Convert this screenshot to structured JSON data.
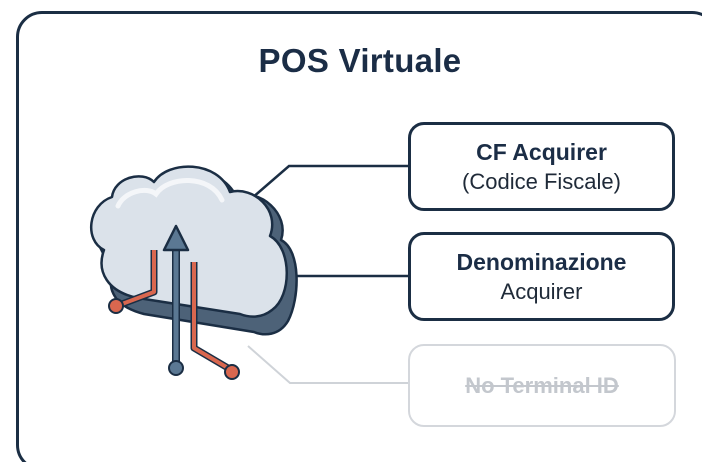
{
  "title": "POS Virtuale",
  "boxes": {
    "cf_acquirer": {
      "title": "CF Acquirer",
      "subtitle": "(Codice Fiscale)"
    },
    "denominazione": {
      "title": "Denominazione",
      "subtitle": "Acquirer"
    },
    "terminal_id": {
      "label": "No Terminal ID",
      "state": "disabled"
    }
  },
  "icons": {
    "cloud": "cloud-upload-icon"
  },
  "colors": {
    "frame": "#1b2e44",
    "cloud_fill": "#dbe2ea",
    "cloud_shade": "#4d6278",
    "circuit_red": "#d9674f",
    "circuit_blue": "#5b7893",
    "disabled": "#c3c7cd"
  }
}
